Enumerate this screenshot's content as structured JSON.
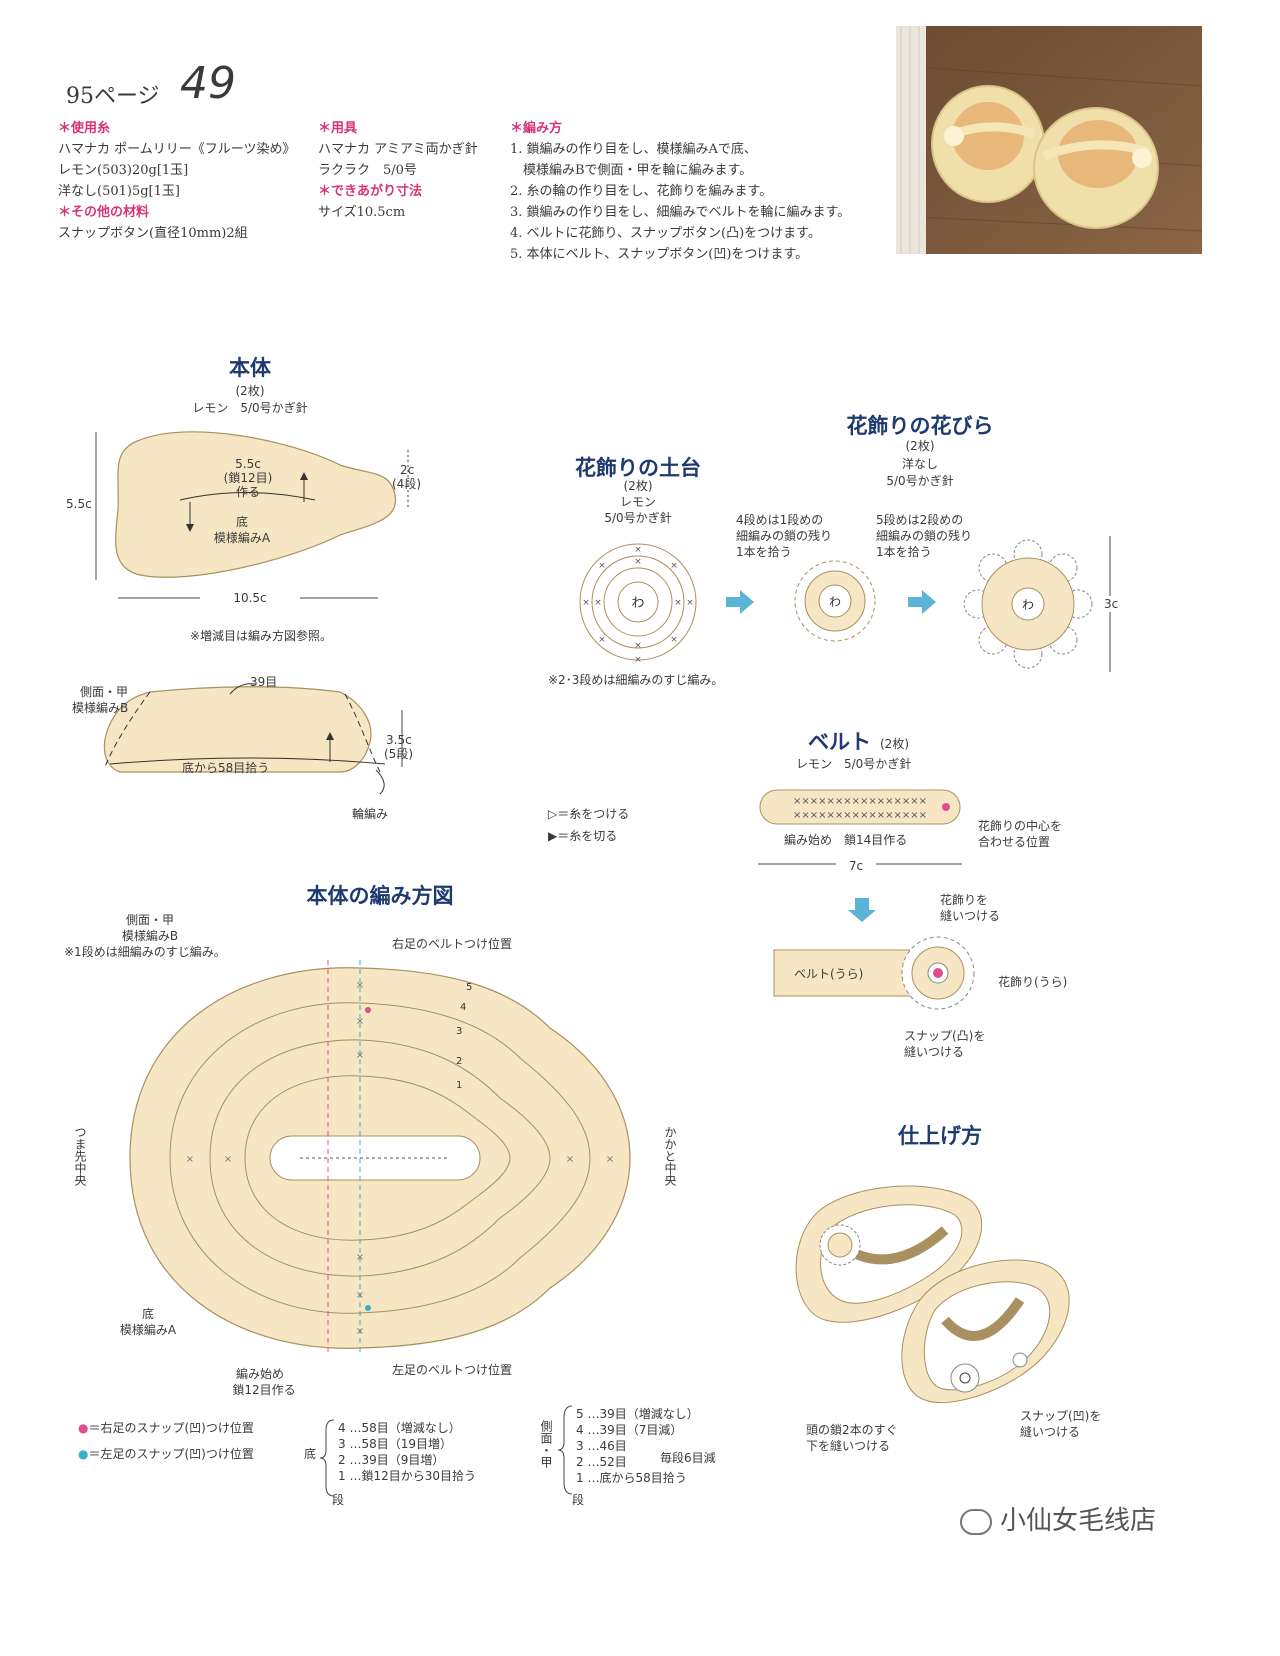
{
  "header": {
    "page_ref": "95ページ",
    "pattern_no": "49"
  },
  "materials": {
    "yarn_heading": "＊使用糸",
    "yarn_lines": [
      "ハマナカ ポームリリー《フルーツ染め》",
      "レモン(503)20g[1玉]",
      "洋なし(501)5g[1玉]"
    ],
    "other_heading": "＊その他の材料",
    "other_lines": [
      "スナップボタン(直径10mm)2組"
    ],
    "tools_heading": "＊用具",
    "tools_lines": [
      "ハマナカ アミアミ両かぎ針",
      "ラクラク　5/0号"
    ],
    "size_heading": "＊できあがり寸法",
    "size_lines": [
      "サイズ10.5cm"
    ]
  },
  "method": {
    "heading": "＊編み方",
    "steps": [
      "1. 鎖編みの作り目をし、模様編みAで底、",
      "　模様編みBで側面・甲を輪に編みます。",
      "2. 糸の輪の作り目をし、花飾りを編みます。",
      "3. 鎖編みの作り目をし、細編みでベルトを輪に編みます。",
      "4. ベルトに花飾り、スナップボタン(凸)をつけます。",
      "5. 本体にベルト、スナップボタン(凹)をつけます。"
    ]
  },
  "body_section": {
    "title": "本体",
    "count": "(2枚)",
    "yarn": "レモン　5/0号かぎ針",
    "dims": {
      "height": "5.5c",
      "width": "10.5c",
      "heel": "2c",
      "heel_rows": "(4段)",
      "chain_len": "5.5c",
      "chain_count": "(鎖12目)",
      "make": "作る",
      "sole": "底",
      "pattern_a": "模様編みA"
    },
    "note": "※増減目は編み方図参照。",
    "side": {
      "label1": "側面・甲",
      "label2": "模様編みB",
      "stitches": "39目",
      "pickup": "底から58目拾う",
      "height": "3.5c",
      "rows": "(5段)",
      "round": "輪編み"
    }
  },
  "flower_base": {
    "title": "花飾りの土台",
    "count": "(2枚)",
    "yarn1": "レモン",
    "yarn2": "5/0号かぎ針",
    "ring_char": "わ",
    "note": "※2･3段めは細編みのすじ編み。",
    "callout1": [
      "4段めは1段めの",
      "細編みの鎖の残り",
      "1本を拾う"
    ],
    "callout2": [
      "5段めは2段めの",
      "細編みの鎖の残り",
      "1本を拾う"
    ],
    "size": "3c"
  },
  "flower_petals": {
    "title": "花飾りの花びら",
    "count": "(2枚)",
    "yarn1": "洋なし",
    "yarn2": "5/0号かぎ針"
  },
  "legend_marks": {
    "attach": "＝糸をつける",
    "cut": "＝糸を切る"
  },
  "belt": {
    "title": "ベルト",
    "count": "(2枚)",
    "yarn": "レモン　5/0号かぎ針",
    "start": "編み始め　鎖14目作る",
    "center1": "花飾りの中心を",
    "center2": "合わせる位置",
    "length": "7c",
    "sew1": "花飾りを",
    "sew2": "縫いつける",
    "back": "ベルト(うら)",
    "flower_back": "花飾り(うら)",
    "snap1": "スナップ(凸)を",
    "snap2": "縫いつける"
  },
  "chart": {
    "title": "本体の編み方図",
    "side_label": [
      "側面・甲",
      "模様編みB",
      "※1段めは細編みのすじ編み。"
    ],
    "right_belt": "右足のベルトつけ位置",
    "left_belt": "左足のベルトつけ位置",
    "toe": "つま先中央",
    "heel": "かかと中央",
    "sole": [
      "底",
      "模様編みA"
    ],
    "start": [
      "編み始め",
      "鎖12目作る"
    ],
    "row_numbers": [
      "5",
      "4",
      "3",
      "2",
      "1"
    ],
    "legend_right": "＝右足のスナップ(凹)つけ位置",
    "legend_left": "＝左足のスナップ(凹)つけ位置",
    "color_right": "#e04d8f",
    "color_left": "#3ab0c8",
    "sole_table": {
      "label": "底",
      "row_label": "段",
      "rows": [
        "4 …58目（増減なし）",
        "3 …58目（19目増）",
        "2 …39目（9目増）",
        "1 …鎖12目から30目拾う"
      ]
    },
    "side_table": {
      "label": "側面・甲",
      "row_label": "段",
      "rows": [
        "5 …39目（増減なし）",
        "4 …39目（7目減）",
        "3 …46目",
        "2 …52目",
        "1 …底から58目拾う"
      ],
      "bracket": "毎段6目減"
    }
  },
  "finish": {
    "title": "仕上げ方",
    "sew1": "頭の鎖2本のすぐ",
    "sew2": "下を縫いつける",
    "snap1": "スナップ(凹)を",
    "snap2": "縫いつける"
  },
  "watermark": "小仙女毛线店",
  "colors": {
    "fill": "#f6e6c4",
    "outline": "#a89060",
    "navy": "#1f3a6e",
    "pink": "#d6337a",
    "arrow": "#5ab4d6"
  }
}
